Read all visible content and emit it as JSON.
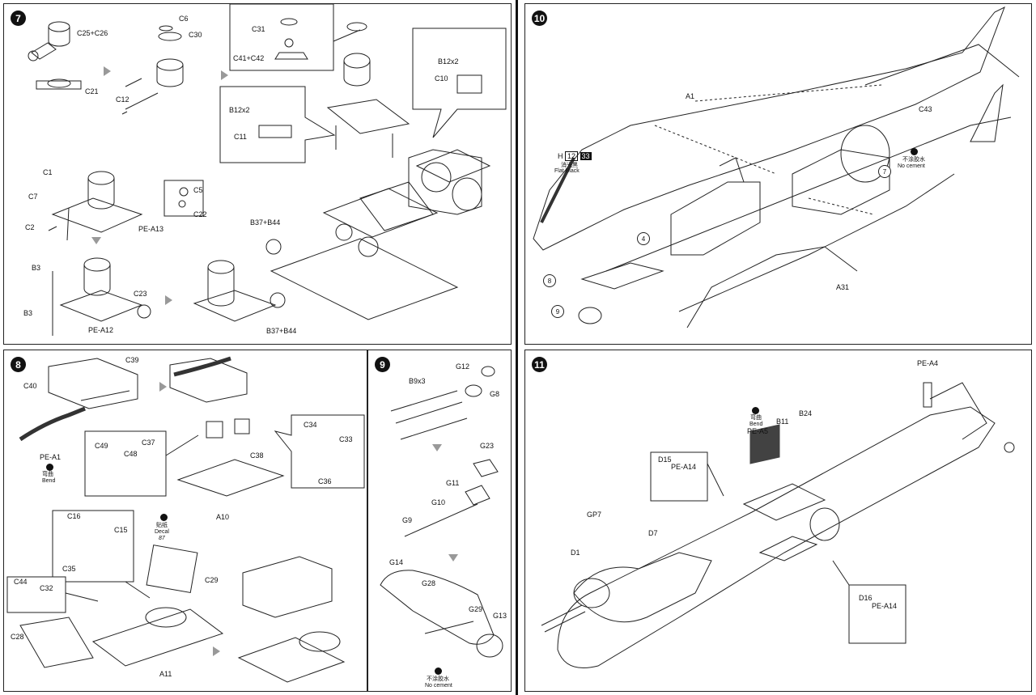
{
  "steps": {
    "s7": "7",
    "s8": "8",
    "s9": "9",
    "s10": "10",
    "s11": "11"
  },
  "step7": {
    "labels": [
      "C25+C26",
      "C21",
      "C6",
      "C30",
      "C12",
      "C31",
      "C41+C42",
      "B12x2",
      "C10",
      "B12x2",
      "C11",
      "C1",
      "C7",
      "C2",
      "C5",
      "C22",
      "PE-A13",
      "B37+B44",
      "B3",
      "B3",
      "PE-A12",
      "C23",
      "B37+B44"
    ]
  },
  "step8": {
    "labels": [
      "C39",
      "C40",
      "PE-A1",
      "C49",
      "C48",
      "C37",
      "C38",
      "C34",
      "C33",
      "C36",
      "A10",
      "C16",
      "C15",
      "C35",
      "C29",
      "C44",
      "C32",
      "C28",
      "A11"
    ],
    "bend_cn": "弯曲",
    "bend": "Bend",
    "decal_cn": "贴纸",
    "decal": "Decal",
    "decal_num": "87"
  },
  "step9": {
    "labels": [
      "B9x3",
      "G12",
      "G8",
      "G23",
      "G11",
      "G10",
      "G9",
      "G14",
      "G28",
      "G29",
      "G13"
    ],
    "nocement_cn": "不涂胶水",
    "nocement": "No cement"
  },
  "step10": {
    "labels": [
      "A1",
      "C43",
      "A31"
    ],
    "color_code": "H",
    "color_num1": "12",
    "color_num2": "33",
    "color_cn": "消光黑",
    "color_en": "Flat Black",
    "nocement_cn": "不涂胶水",
    "nocement": "No cement",
    "refs": [
      "7",
      "4",
      "8",
      "9"
    ]
  },
  "step11": {
    "labels": [
      "PE-A4",
      "B11",
      "B24",
      "D15",
      "PE-A14",
      "GP7",
      "D7",
      "D1",
      "D16",
      "PE-A14"
    ],
    "bend_cn": "弯曲",
    "bend": "Bend",
    "pe_a5": "PE-A5"
  }
}
